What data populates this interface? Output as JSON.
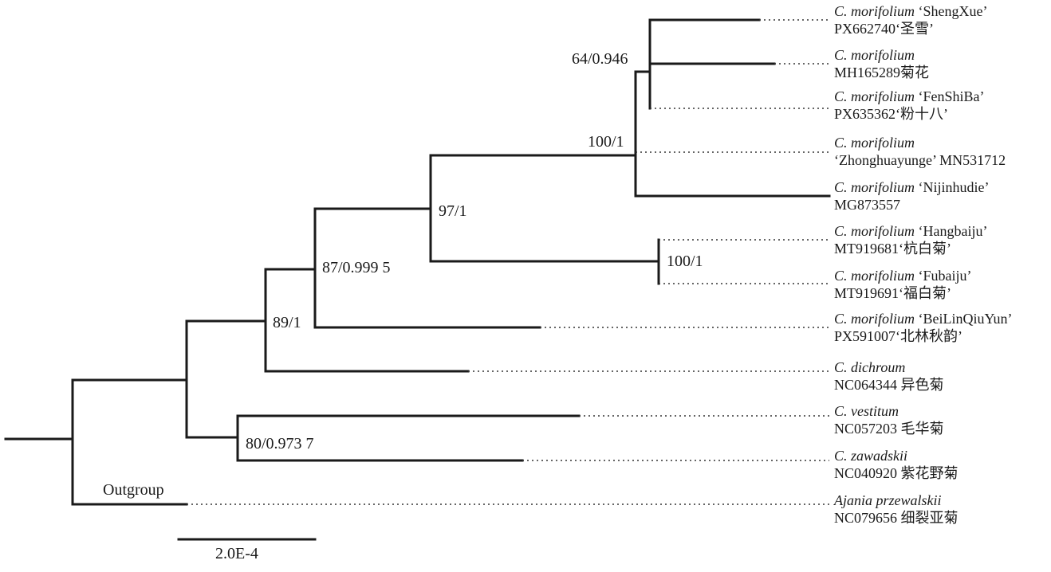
{
  "tree": {
    "taxa": [
      {
        "id": "shengxue",
        "species": "C. morifolium",
        "cultivar": " ‘ShengXue’",
        "accession": "PX662740‘圣雪’"
      },
      {
        "id": "mh165289",
        "species": "C. morifolium",
        "cultivar": "",
        "accession": "MH165289菊花"
      },
      {
        "id": "fenshiba",
        "species": "C. morifolium",
        "cultivar": " ‘FenShiBa’",
        "accession": "PX635362‘粉十八’"
      },
      {
        "id": "zhonghua",
        "species": "C. morifolium",
        "cultivar": "",
        "accession": "‘Zhonghuayunge’ MN531712"
      },
      {
        "id": "nijin",
        "species": "C. morifolium",
        "cultivar": " ‘Nijinhudie’",
        "accession": "MG873557"
      },
      {
        "id": "hangbaiju",
        "species": "C. morifolium",
        "cultivar": " ‘Hangbaiju’",
        "accession": "MT919681‘杭白菊’"
      },
      {
        "id": "fubaiju",
        "species": "C. morifolium",
        "cultivar": " ‘Fubaiju’",
        "accession": "MT919691‘福白菊’"
      },
      {
        "id": "beilin",
        "species": "C. morifolium",
        "cultivar": " ‘BeiLinQiuYun’",
        "accession": "PX591007‘北林秋韵’"
      },
      {
        "id": "dichroum",
        "species": "C. dichroum",
        "cultivar": "",
        "accession": "NC064344 异色菊"
      },
      {
        "id": "vestitum",
        "species": "C. vestitum",
        "cultivar": "",
        "accession": "NC057203 毛华菊"
      },
      {
        "id": "zawadskii",
        "species": "C. zawadskii",
        "cultivar": "",
        "accession": "NC040920 紫花野菊"
      },
      {
        "id": "ajania",
        "species": "Ajania przewalskii",
        "cultivar": "",
        "accession": "NC079656 细裂亚菊"
      }
    ],
    "supports": {
      "s64": "64/0.946",
      "s100a": "100/1",
      "s97": "97/1",
      "s100b": "100/1",
      "s87": "87/0.999 5",
      "s89": "89/1",
      "s80": "80/0.973 7"
    },
    "outgroup_label": "Outgroup",
    "scale_label": "2.0E-4"
  }
}
